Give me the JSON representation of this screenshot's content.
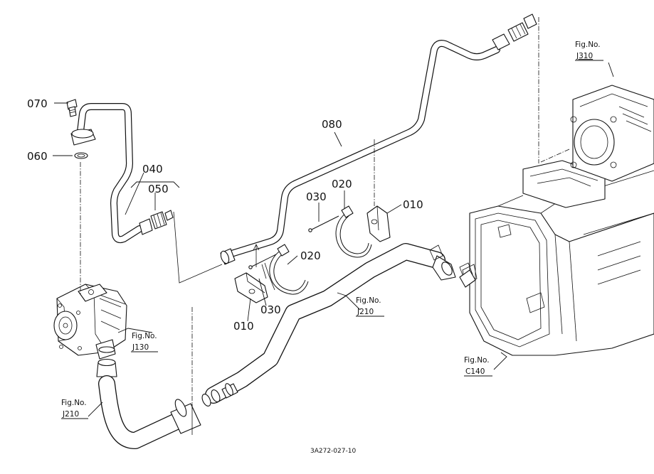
{
  "labels": {
    "p070": "070",
    "p060": "060",
    "p040": "040",
    "p050": "050",
    "p080": "080",
    "p030_top": "030",
    "p020_top": "020",
    "p010_right": "010",
    "p020_mid": "020",
    "p030_bottom": "030",
    "p010_bottom": "010"
  },
  "figure_refs": {
    "j310": {
      "title": "Fig.No.",
      "code": "J310"
    },
    "j130": {
      "title": "Fig.No.",
      "code": "J130"
    },
    "j210_mid": {
      "title": "Fig.No.",
      "code": "J210"
    },
    "c140": {
      "title": "Fig.No.",
      "code": "C140"
    },
    "j210_left": {
      "title": "Fig.No.",
      "code": "J210"
    }
  },
  "drawing_code": "3A272-027-10"
}
